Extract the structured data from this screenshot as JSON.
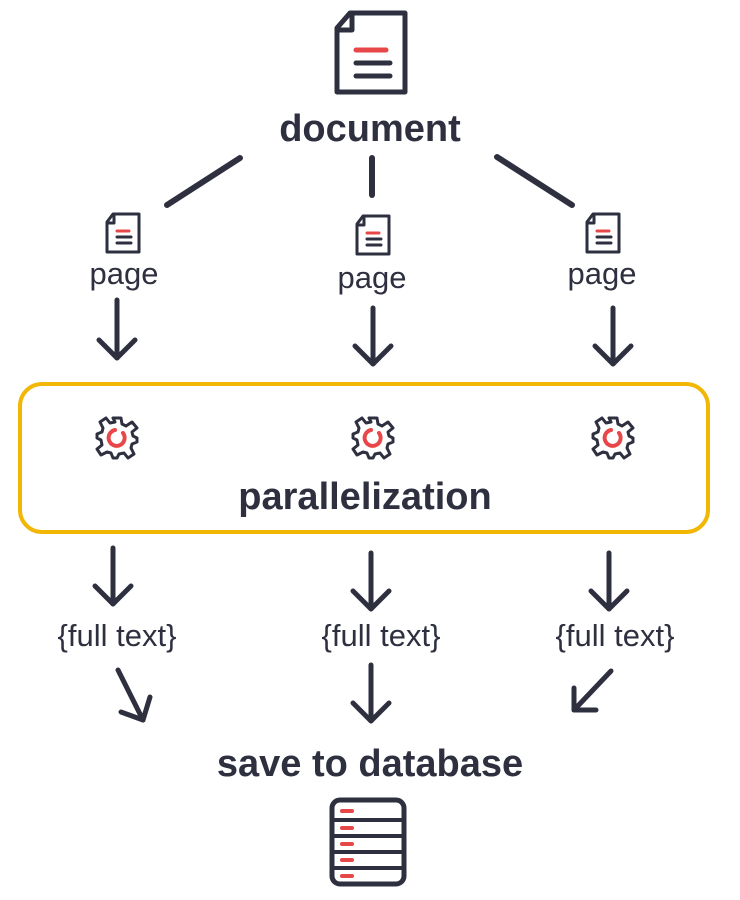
{
  "diagram": {
    "document_label": "document",
    "page_labels": [
      "page",
      "page",
      "page"
    ],
    "parallel_label": "parallelization",
    "full_text_labels": [
      "{full text}",
      "{full text}",
      "{full text}"
    ],
    "save_label": "save to database"
  },
  "icons": {
    "document": "document-icon",
    "page": "page-icon",
    "gear": "gear-icon",
    "database": "database-icon"
  },
  "colors": {
    "ink": "#2e3040",
    "accent": "#e8474a",
    "box_border": "#f2b705"
  }
}
